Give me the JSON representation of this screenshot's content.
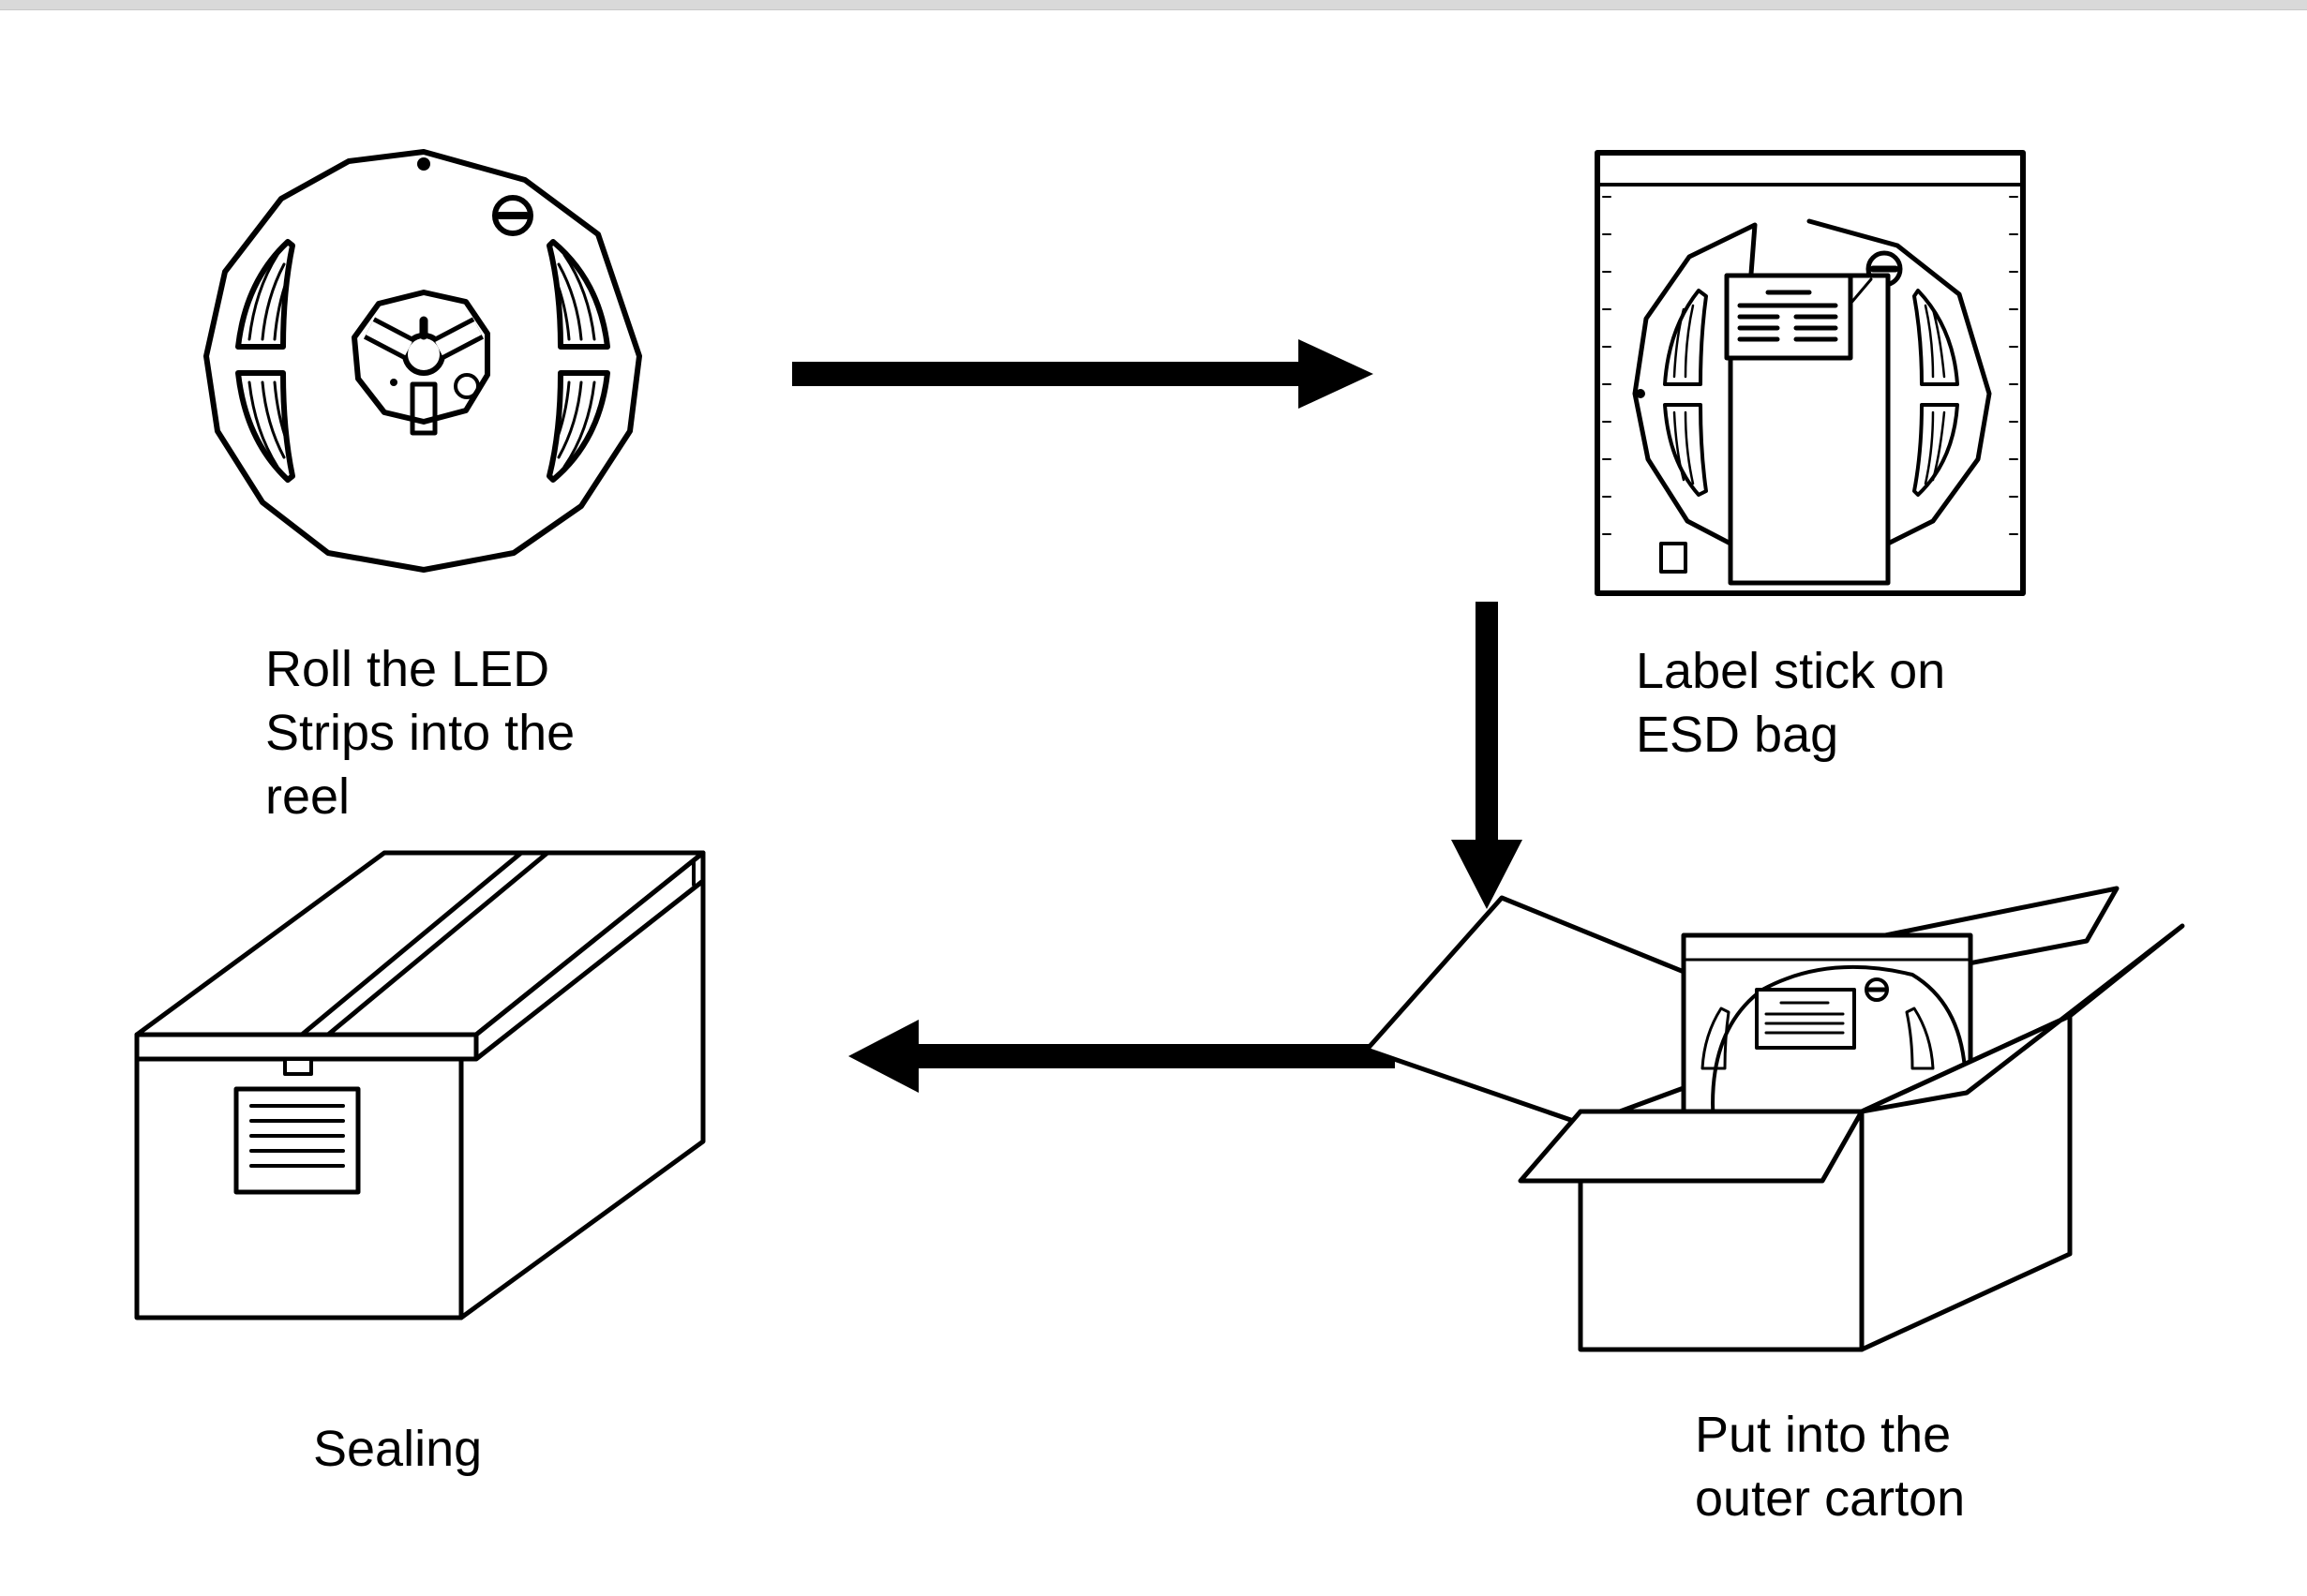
{
  "steps": [
    {
      "id": "roll",
      "label_lines": [
        "Roll the LED",
        "Strips into the",
        "reel"
      ]
    },
    {
      "id": "esd",
      "label_lines": [
        "Label stick on",
        "ESD bag"
      ]
    },
    {
      "id": "carton",
      "label_lines": [
        "Put into the",
        "outer carton"
      ]
    },
    {
      "id": "seal",
      "label_lines": [
        "Sealing"
      ]
    }
  ],
  "colors": {
    "ink": "#000000",
    "paper": "#ffffff"
  }
}
